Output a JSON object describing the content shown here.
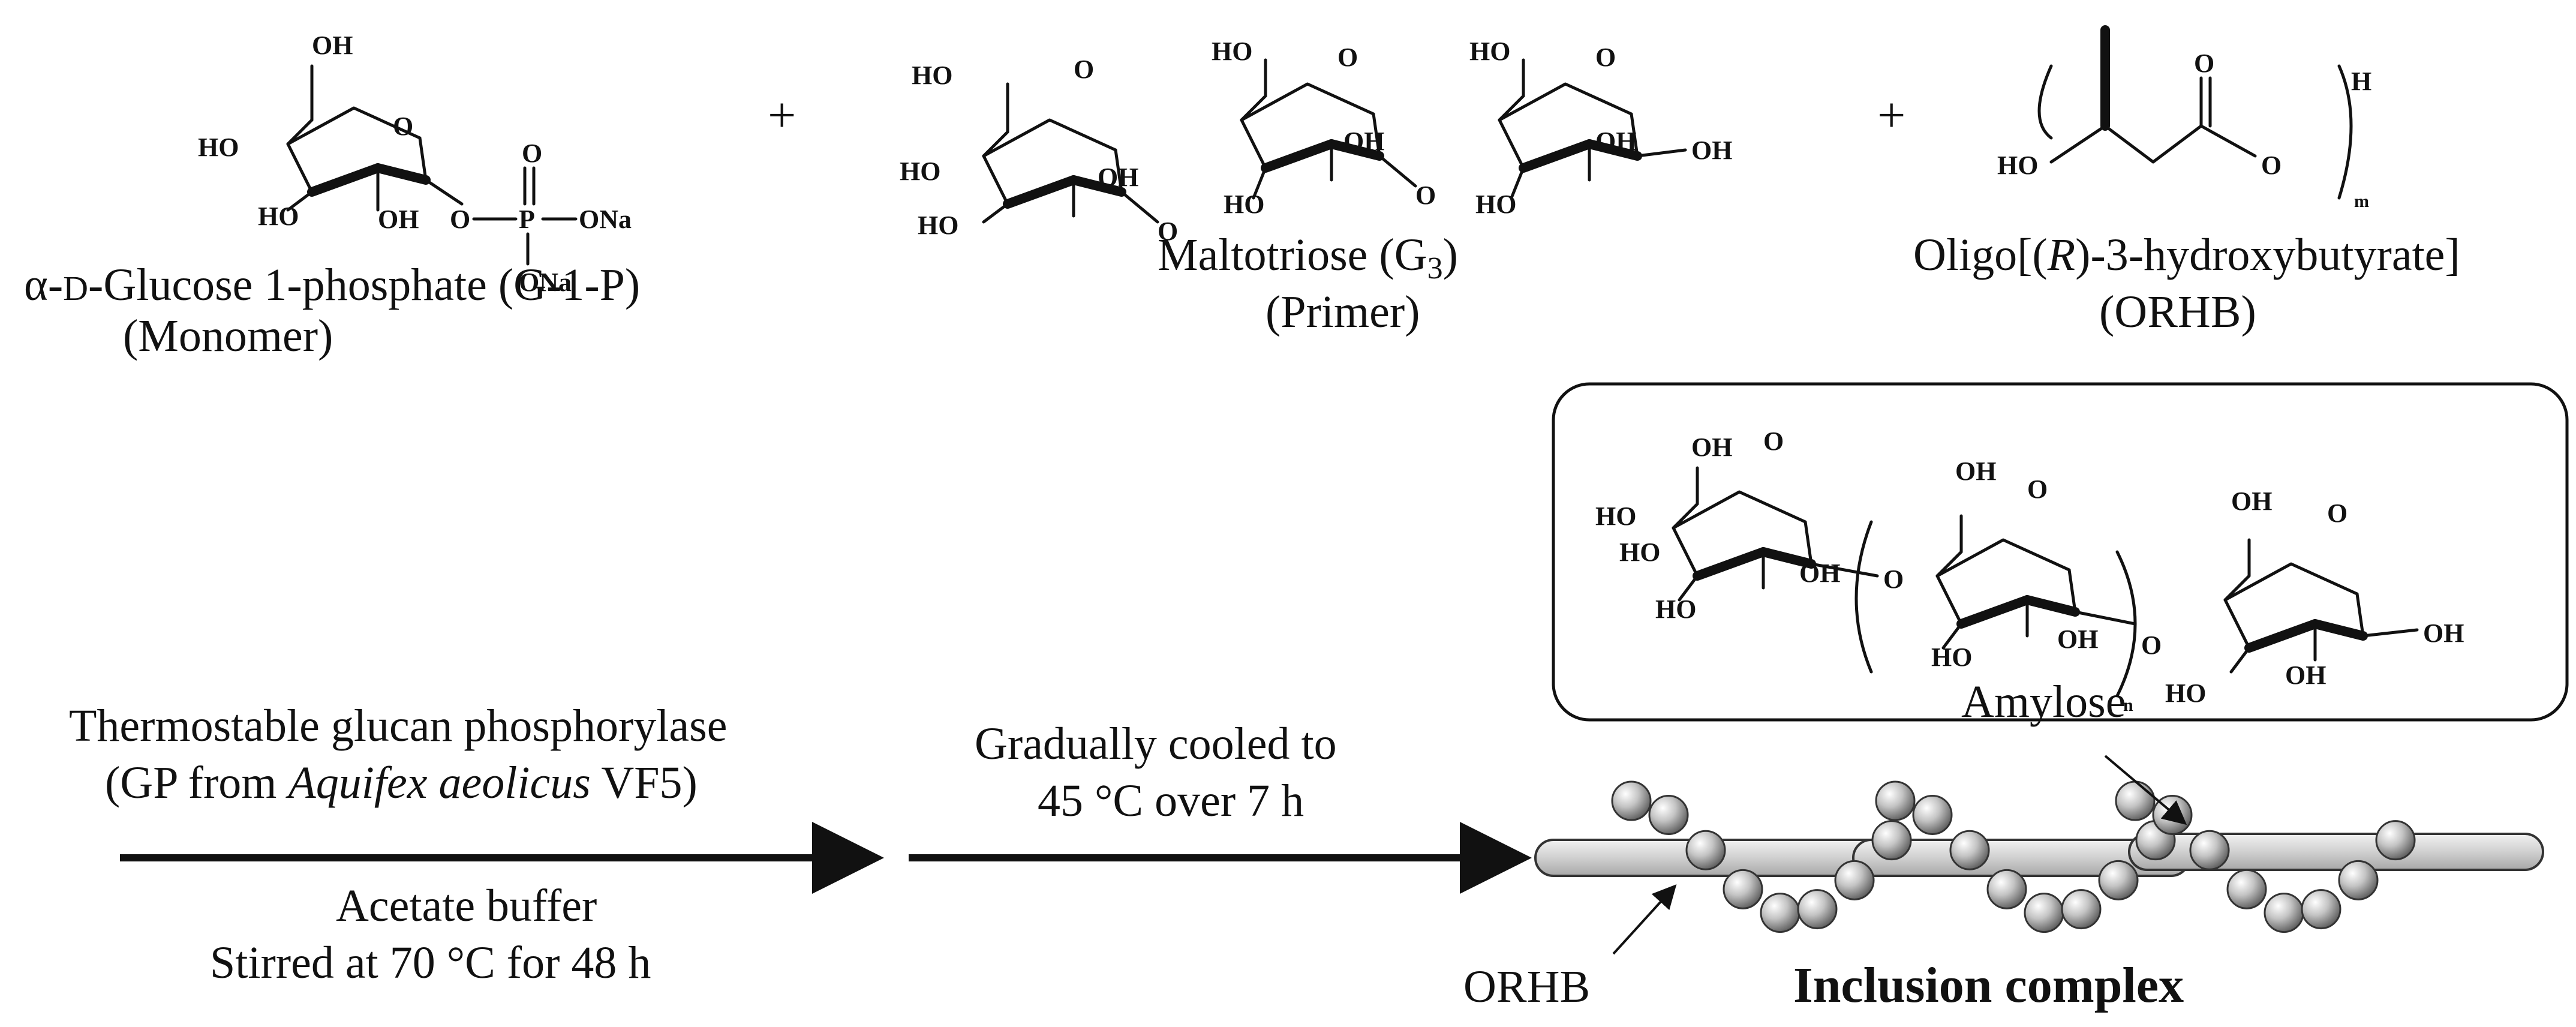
{
  "reactants": [
    {
      "caption_parts": [
        "α-",
        "D",
        "-Glucose 1-phosphate (G-1-P)"
      ],
      "role": "(Monomer)",
      "substituents": {
        "oh": "OH",
        "ho": "HO",
        "o_ring": "O",
        "o_link": "O",
        "p": "P",
        "o_double": "O",
        "ona1": "ONa",
        "ona2": "ONa"
      }
    },
    {
      "caption_base": "Maltotriose (G",
      "caption_sub": "3",
      "caption_end": ")",
      "role": "(Primer)",
      "substituents": {
        "oh": "OH",
        "ho": "HO",
        "o": "O"
      }
    },
    {
      "caption_parts": [
        "Oligo[(",
        "R",
        ")-3-hydroxybutyrate]"
      ],
      "role": "(ORHB)",
      "substituents": {
        "ho": "HO",
        "o_carbonyl": "O",
        "o_ester": "O",
        "end_group": "H",
        "repeat_index": "m"
      }
    }
  ],
  "plus_sign": "+",
  "amylose": {
    "label": "Amylose",
    "repeat_index": "n",
    "substituents": {
      "oh": "OH",
      "ho": "HO",
      "o": "O"
    }
  },
  "step1": {
    "above_line1": "Thermostable glucan phosphorylase",
    "above_line2_parts": [
      "(GP from ",
      "Aquifex aeolicus",
      " VF5)"
    ],
    "below_line1": "Acetate buffer",
    "below_line2": "Stirred at 70 °C for 48 h"
  },
  "step2": {
    "above_line1": "Gradually cooled to",
    "above_line2": "45 °C over 7 h"
  },
  "product": {
    "orhb_label": "ORHB",
    "title": "Inclusion complex"
  },
  "colors": {
    "ink": "#111111",
    "rod_fill": "#d9d9d9",
    "sphere_light": "#ffffff",
    "sphere_mid": "#b5b5b5",
    "sphere_dark": "#5a5a5a"
  }
}
